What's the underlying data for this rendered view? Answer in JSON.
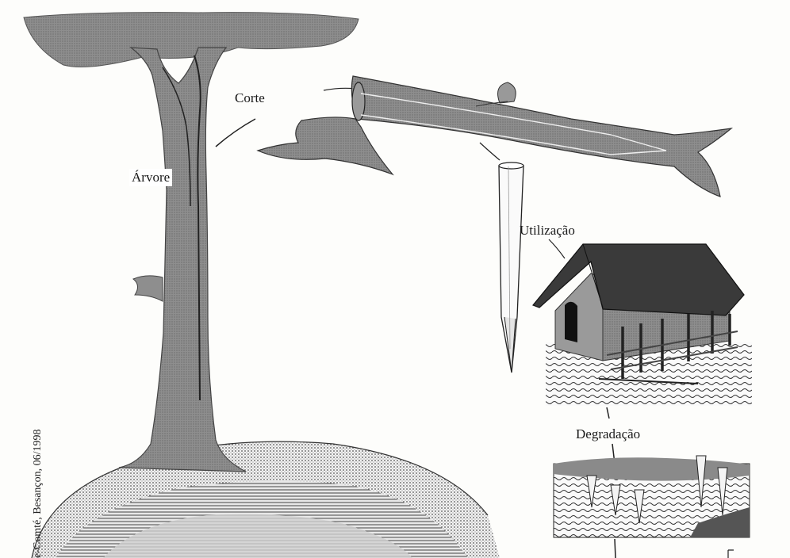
{
  "labels": {
    "tree": "Árvore",
    "cut": "Corte",
    "use": "Utilização",
    "degradation": "Degradação"
  },
  "credit": "e-Comté, Besançon, 06/1998",
  "icons": {
    "tree": "tree-icon",
    "log": "felled-log-icon",
    "stake": "sharpened-stake-icon",
    "house": "stilt-house-icon",
    "soil": "soil-block-icon",
    "ground": "earth-ground-icon"
  },
  "colors": {
    "wood": "#8e8e8e",
    "wood_dark": "#5e5e5e",
    "roof": "#3a3a3a",
    "line": "#222222",
    "paper": "#fdfdfb"
  }
}
